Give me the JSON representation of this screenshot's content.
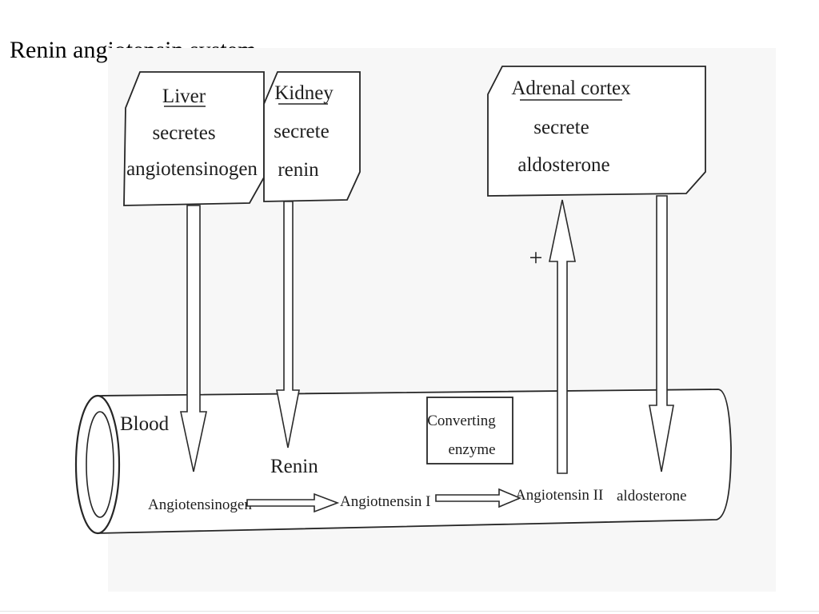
{
  "title": "Renin angiotensin system",
  "colors": {
    "background": "#ffffff",
    "scan_paper": "#f7f7f7",
    "ink": "#1e1e1e"
  },
  "boxes": {
    "liver": {
      "heading": "Liver",
      "line1": "secretes",
      "line2": "angiotensinogen"
    },
    "kidney": {
      "heading": "Kidney",
      "line1": "secrete",
      "line2": "renin"
    },
    "adrenal": {
      "heading": "Adrenal cortex",
      "line1": "secrete",
      "line2": "aldosterone"
    },
    "converting_enzyme": {
      "line1": "Converting",
      "line2": "enzyme"
    }
  },
  "plus_sign": "+",
  "vessel": {
    "label": "Blood",
    "renin": "Renin",
    "angiotensinogen": "Angiotensinogen",
    "angiotensin_1": "Angiotnensin I",
    "angiotensin_2": "Angiotensin II",
    "aldosterone": "aldosterone"
  }
}
